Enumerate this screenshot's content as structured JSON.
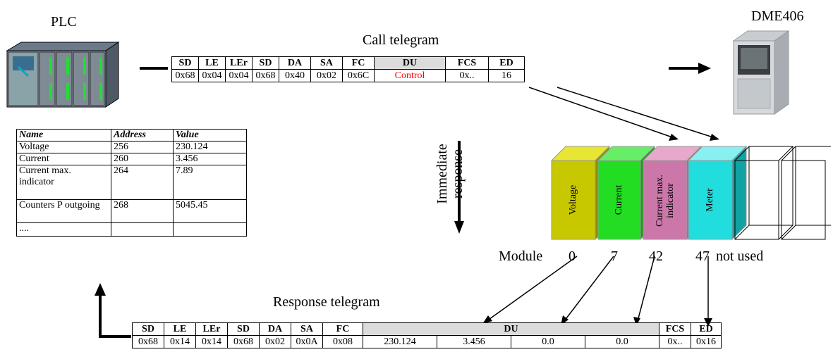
{
  "labels": {
    "plc": "PLC",
    "device": "DME406",
    "call_telegram": "Call telegram",
    "response_telegram": "Response telegram",
    "immediate_response": [
      "Immediate",
      "response"
    ],
    "module": "Module",
    "not_used": "not used"
  },
  "call_telegram": {
    "headers": [
      "SD",
      "LE",
      "LEr",
      "SD",
      "DA",
      "SA",
      "FC",
      "DU",
      "FCS",
      "ED"
    ],
    "values": [
      "0x68",
      "0x04",
      "0x04",
      "0x68",
      "0x40",
      "0x02",
      "0x6C",
      "Control",
      "0x..",
      "16"
    ]
  },
  "response_telegram": {
    "headers": [
      "SD",
      "LE",
      "LEr",
      "SD",
      "DA",
      "SA",
      "FC",
      "DU",
      "FCS",
      "ED"
    ],
    "values": [
      "0x68",
      "0x14",
      "0x14",
      "0x68",
      "0x02",
      "0x0A",
      "0x08",
      "230.124",
      "3.456",
      "0.0",
      "0.0",
      "0x..",
      "0x16"
    ]
  },
  "value_table": {
    "headers": [
      "Name",
      "Address",
      "Value"
    ],
    "rows": [
      {
        "name": "Voltage",
        "address": "256",
        "value": "230.124"
      },
      {
        "name": "Current",
        "address": "260",
        "value": "3.456"
      },
      {
        "name": "Current max. indicator",
        "address": "264",
        "value": "7.89"
      },
      {
        "name": "Counters P outgoing",
        "address": "268",
        "value": "5045.45"
      },
      {
        "name": "....",
        "address": "",
        "value": ""
      }
    ]
  },
  "modules": [
    {
      "label": "Voltage",
      "number": "0",
      "color": "#c8c800"
    },
    {
      "label": "Current",
      "number": "7",
      "color": "#22dd22"
    },
    {
      "label": "Current max. indicator",
      "number": "42",
      "color": "#cc77aa"
    },
    {
      "label": "Meter",
      "number": "47",
      "color": "#22dddd"
    }
  ],
  "colors": {
    "du_background": "#dcdcdc",
    "control_text": "#ff0000"
  }
}
